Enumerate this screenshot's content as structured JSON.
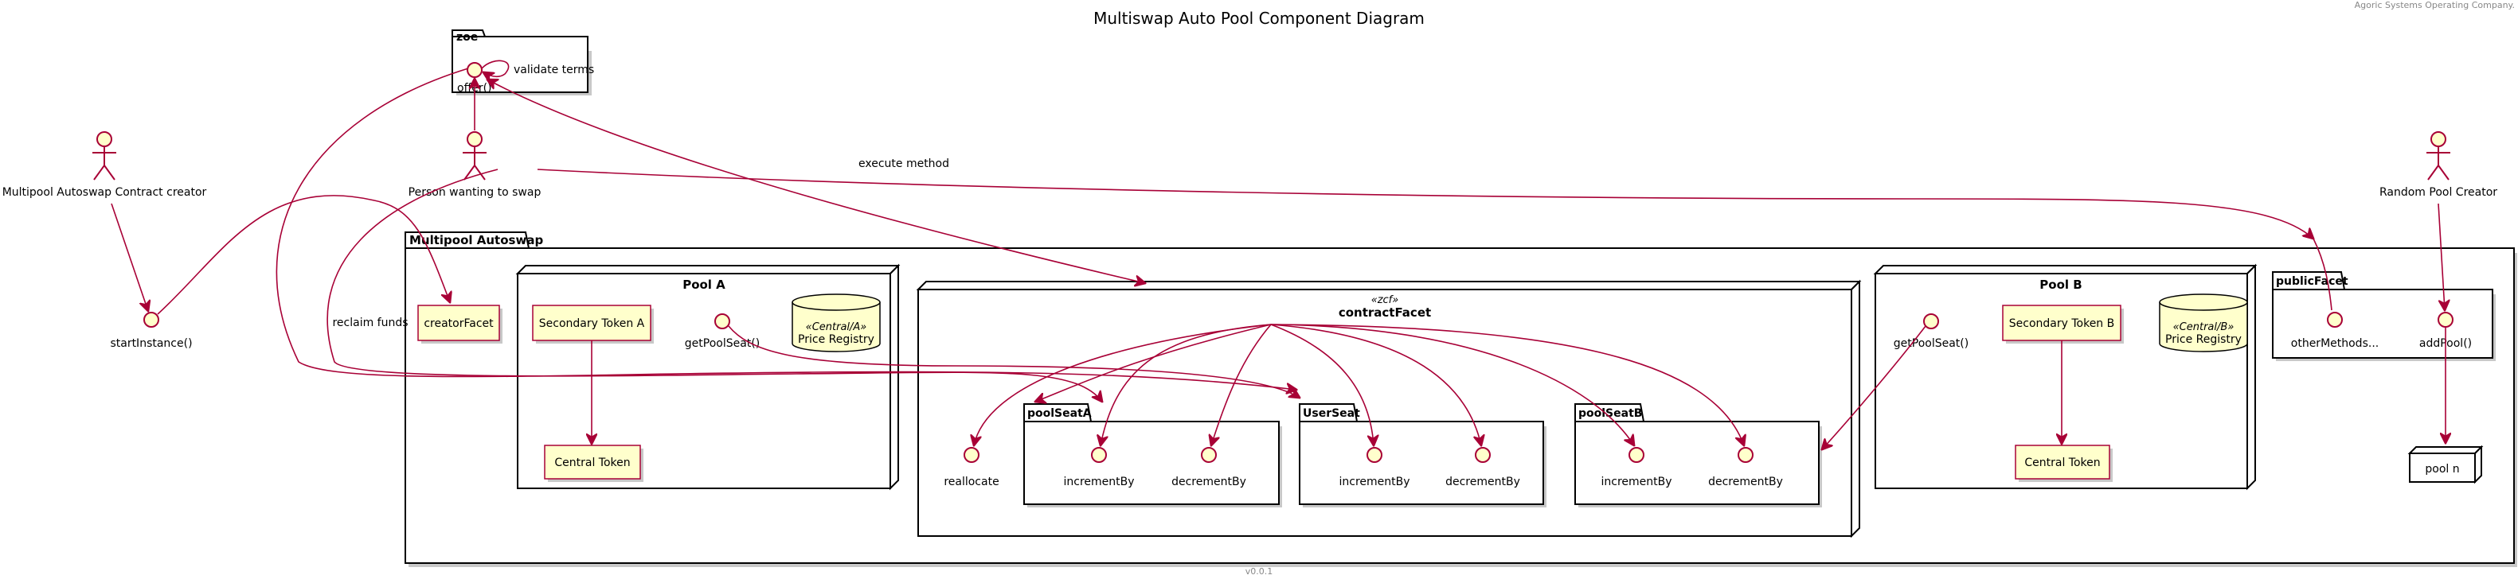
{
  "title": "Multiswap Auto Pool Component Diagram",
  "company": "Agoric Systems Operating Company.",
  "version": "v0.0.1",
  "actors": {
    "creator": "Multipool Autoswap Contract creator",
    "swapper": "Person wanting to swap",
    "pool_creator": "Random Pool Creator"
  },
  "zoe": {
    "label": "zoe",
    "offer": "offer()",
    "validate": "validate terms"
  },
  "start_instance": "startInstance()",
  "labels": {
    "execute": "execute method",
    "reclaim": "reclaim funds"
  },
  "multipool": {
    "label": "Multipool Autoswap",
    "creator_facet": "creatorFacet",
    "pool_a": {
      "label": "Pool A",
      "secondary": "Secondary Token A",
      "central": "Central Token",
      "get_pool_seat": "getPoolSeat()",
      "registry_stereo": "«Central/A»",
      "registry": "Price Registry"
    },
    "contract_facet": {
      "stereo": "«zcf»",
      "label": "contractFacet",
      "reallocate": "reallocate",
      "pool_seat_a": {
        "label": "poolSeatA",
        "inc": "incrementBy",
        "dec": "decrementBy"
      },
      "user_seat": {
        "label": "UserSeat",
        "inc": "incrementBy",
        "dec": "decrementBy"
      },
      "pool_seat_b": {
        "label": "poolSeatB",
        "inc": "incrementBy",
        "dec": "decrementBy"
      }
    },
    "pool_b": {
      "label": "Pool B",
      "secondary": "Secondary Token B",
      "central": "Central Token",
      "get_pool_seat": "getPoolSeat()",
      "registry_stereo": "«Central/B»",
      "registry": "Price Registry"
    },
    "public_facet": {
      "label": "publicFacet",
      "other": "otherMethods...",
      "add_pool": "addPool()"
    }
  },
  "pool_n": "pool n",
  "colors": {
    "edge": "#a80036",
    "fill": "#ffffcc",
    "border": "#000000"
  }
}
